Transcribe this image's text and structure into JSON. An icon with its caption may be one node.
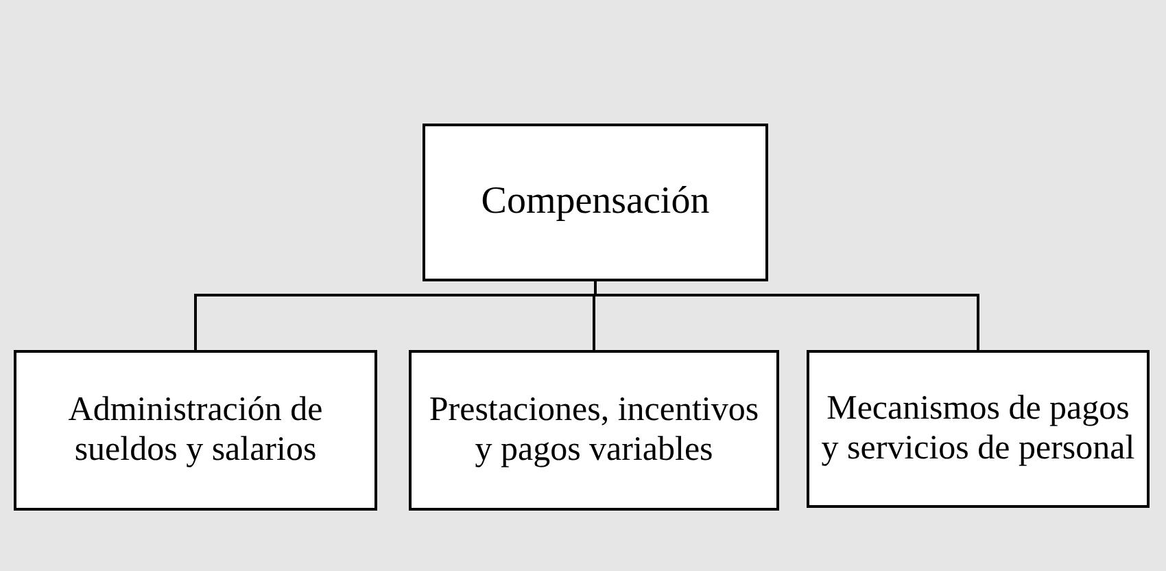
{
  "diagram": {
    "nodes": [
      {
        "text": [
          "Compensación"
        ]
      },
      {
        "text": [
          "Administración de sueldos y salarios"
        ]
      },
      {
        "text": [
          "Prestaciones, incentivos y pagos variables"
        ]
      },
      {
        "text": [
          "Mecanismos de pagos y servicios de personal"
        ]
      }
    ],
    "edges": [
      {
        "from": 0,
        "to": 1,
        "arrow": "none"
      },
      {
        "from": 0,
        "to": 2,
        "arrow": "none"
      },
      {
        "from": 0,
        "to": 3,
        "arrow": "none"
      }
    ]
  }
}
